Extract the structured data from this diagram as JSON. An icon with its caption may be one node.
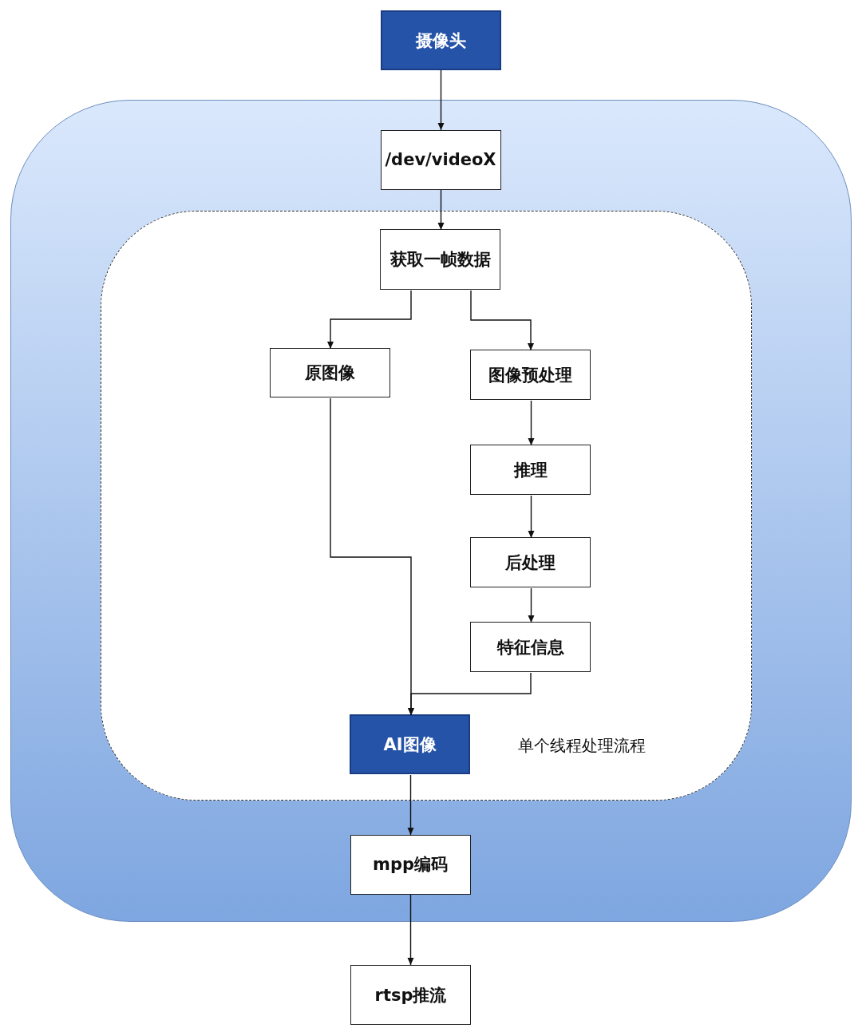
{
  "diagram": {
    "nodes": [
      {
        "text": [
          "摄像头"
        ]
      },
      {
        "text": [],
        "shape": "box"
      },
      {
        "text": [
          "/dev/videoX"
        ],
        "in": 1
      },
      {
        "text": [
          "单个线程处理流程"
        ],
        "in": 1
      },
      {
        "text": [
          "获取一帧数据"
        ],
        "in": 3
      },
      {
        "text": [
          "原图像"
        ],
        "in": 3
      },
      {
        "text": [
          "图像预处理"
        ],
        "in": 3
      },
      {
        "text": [
          "推理"
        ],
        "in": 3
      },
      {
        "text": [
          "后处理"
        ],
        "in": 3
      },
      {
        "text": [
          "特征信息"
        ],
        "in": 3
      },
      {
        "text": [
          "AI图像"
        ],
        "in": 3
      },
      {
        "text": [
          "mpp编码"
        ],
        "in": 1
      },
      {
        "text": [
          "rtsp推流"
        ]
      }
    ],
    "edges": [
      {
        "from": 0,
        "to": 2,
        "arrow": "to"
      },
      {
        "from": 2,
        "to": 4,
        "arrow": "to"
      },
      {
        "from": 4,
        "to": 5,
        "arrow": "to"
      },
      {
        "from": 4,
        "to": 6,
        "arrow": "to"
      },
      {
        "from": 6,
        "to": 7,
        "arrow": "to"
      },
      {
        "from": 7,
        "to": 8,
        "arrow": "to"
      },
      {
        "from": 8,
        "to": 9,
        "arrow": "to"
      },
      {
        "from": 5,
        "to": 10,
        "arrow": "to"
      },
      {
        "from": 9,
        "to": 10,
        "arrow": "to"
      },
      {
        "from": 10,
        "to": 11,
        "arrow": "to"
      },
      {
        "from": 11,
        "to": 12,
        "arrow": "to"
      }
    ]
  }
}
